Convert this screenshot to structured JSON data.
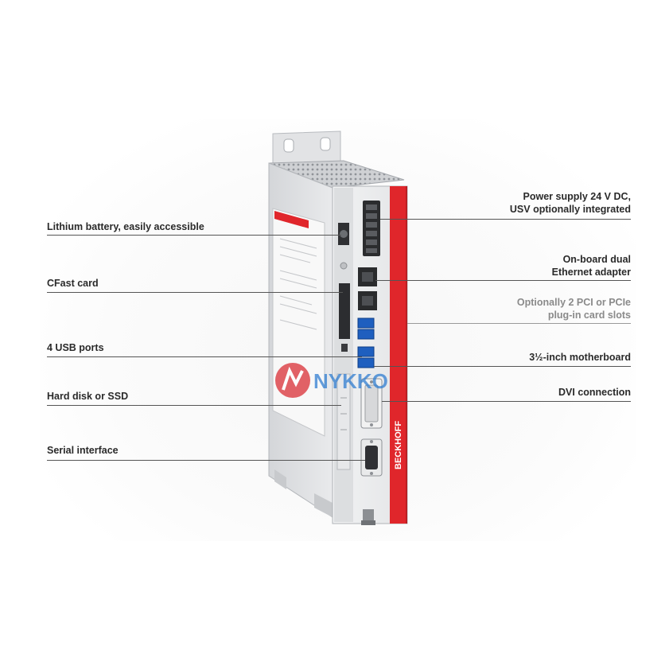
{
  "diagram": {
    "left_callouts": [
      {
        "id": "battery",
        "text": "Lithium battery, easily accessible"
      },
      {
        "id": "cfast",
        "text": "CFast card"
      },
      {
        "id": "usb",
        "text": "4 USB ports"
      },
      {
        "id": "disk",
        "text": "Hard disk or SSD"
      },
      {
        "id": "serial",
        "text": "Serial interface"
      }
    ],
    "right_callouts": [
      {
        "id": "power",
        "lines": [
          "Power supply 24 V DC,",
          "USV optionally integrated"
        ]
      },
      {
        "id": "ethernet",
        "lines": [
          "On-board dual",
          "Ethernet adapter"
        ]
      },
      {
        "id": "pci",
        "lines": [
          "Optionally 2 PCI or PCIe",
          "plug-in card slots"
        ],
        "muted": true
      },
      {
        "id": "motherboard",
        "lines": [
          "3½-inch motherboard"
        ]
      },
      {
        "id": "dvi",
        "lines": [
          "DVI connection"
        ]
      }
    ],
    "brand": "BECKHOFF",
    "watermark": "NYKKO"
  },
  "colors": {
    "accent_red": "#e0262b",
    "chassis": "#e6e7e9",
    "text": "#2a2a2a",
    "muted_text": "#8a8a8a"
  }
}
